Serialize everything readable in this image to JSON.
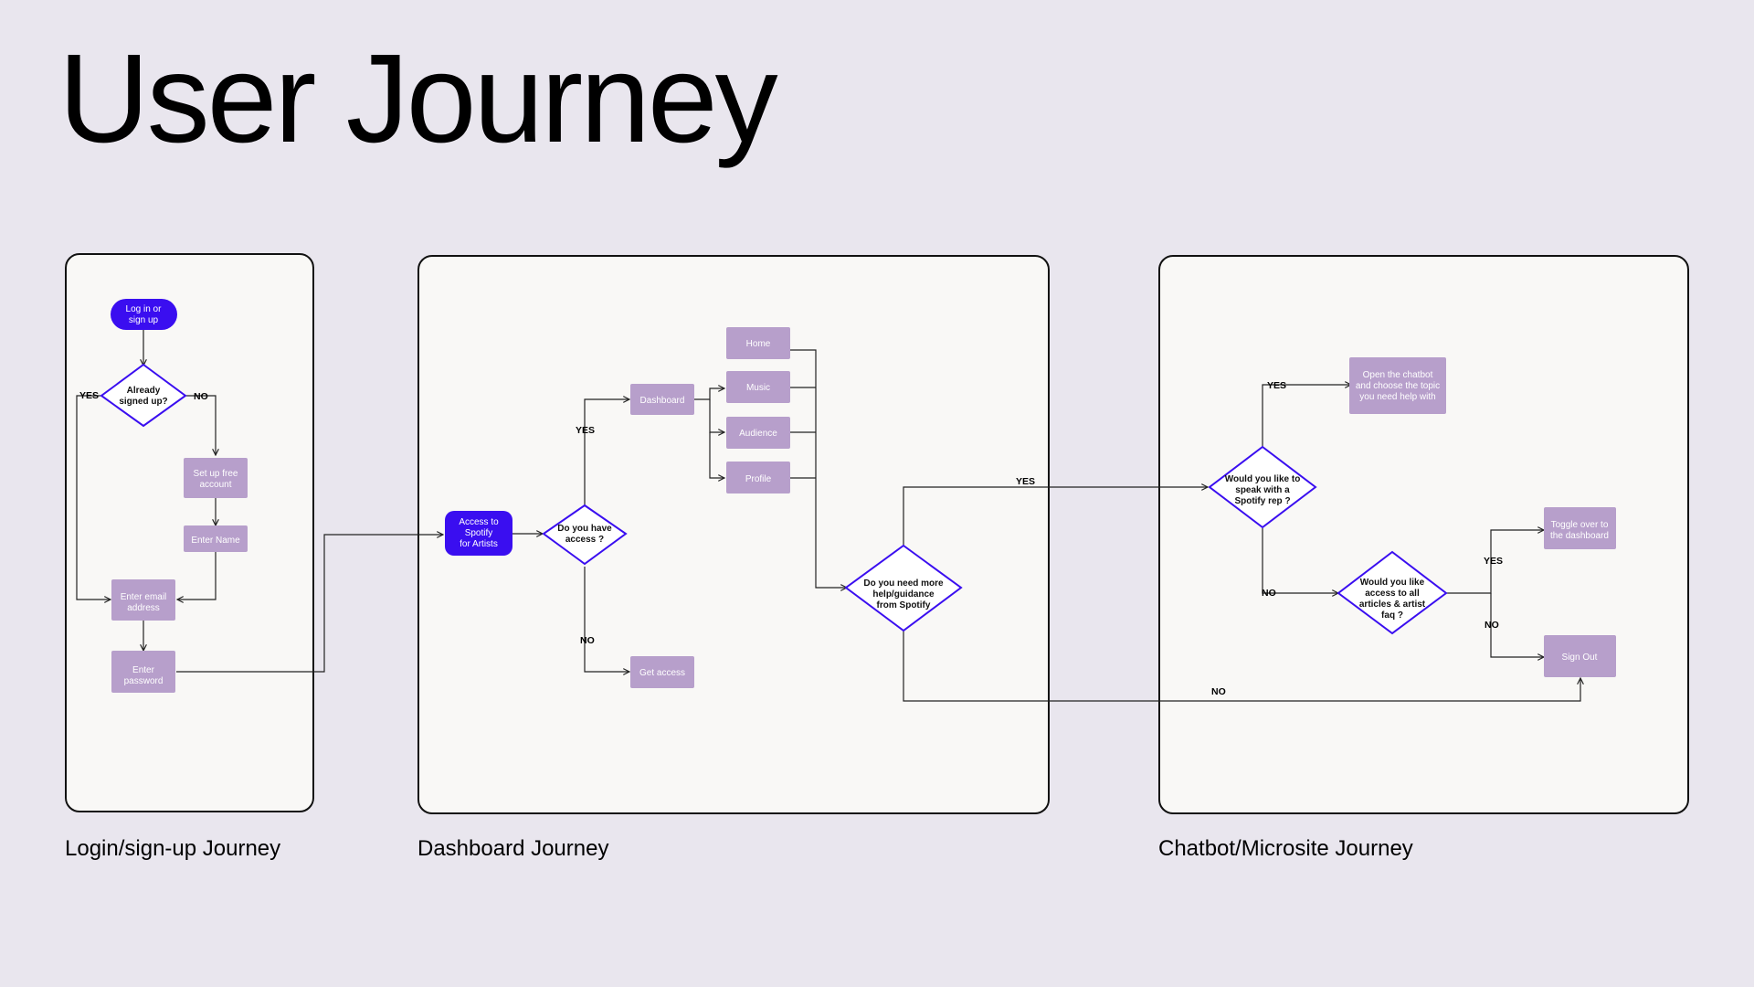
{
  "title": "User Journey",
  "captions": {
    "login": "Login/sign-up Journey",
    "dashboard": "Dashboard Journey",
    "chatbot": "Chatbot/Microsite Journey"
  },
  "colors": {
    "background": "#e9e6ee",
    "panel": "#f9f8f6",
    "start_node": "#3a0ef0",
    "process_node": "#b79fcb",
    "decision_border": "#3a0ef0"
  },
  "nodes": {
    "log_in_or_sign_up": [
      "Log in or",
      "sign up"
    ],
    "already_signed_up": [
      "Already",
      "signed up?"
    ],
    "set_up_free_account": [
      "Set up free",
      "account"
    ],
    "enter_name": [
      "Enter Name"
    ],
    "enter_email_address": [
      "Enter email",
      "address"
    ],
    "enter_password": [
      "Enter",
      "password"
    ],
    "access_spotify_for_artists": [
      "Access to",
      "Spotify",
      "for Artists"
    ],
    "do_you_have_access": [
      "Do you have",
      "access ?"
    ],
    "dashboard": [
      "Dashboard"
    ],
    "home": [
      "Home"
    ],
    "music": [
      "Music"
    ],
    "audience": [
      "Audience"
    ],
    "profile": [
      "Profile"
    ],
    "get_access": [
      "Get access"
    ],
    "need_more_help": [
      "Do you need more",
      "help/guidance",
      "from Spotify"
    ],
    "speak_with_rep": [
      "Would you like to",
      "speak with a",
      "Spotify rep ?"
    ],
    "open_chatbot": [
      "Open the chatbot",
      "and choose the topic",
      "you need help with"
    ],
    "access_articles": [
      "Would you like",
      "access to all",
      "articles & artist",
      "faq ?"
    ],
    "toggle_dashboard": [
      "Toggle over to",
      "the dashboard"
    ],
    "sign_out": [
      "Sign Out"
    ]
  },
  "branch_labels": {
    "yes": "YES",
    "no": "NO"
  }
}
